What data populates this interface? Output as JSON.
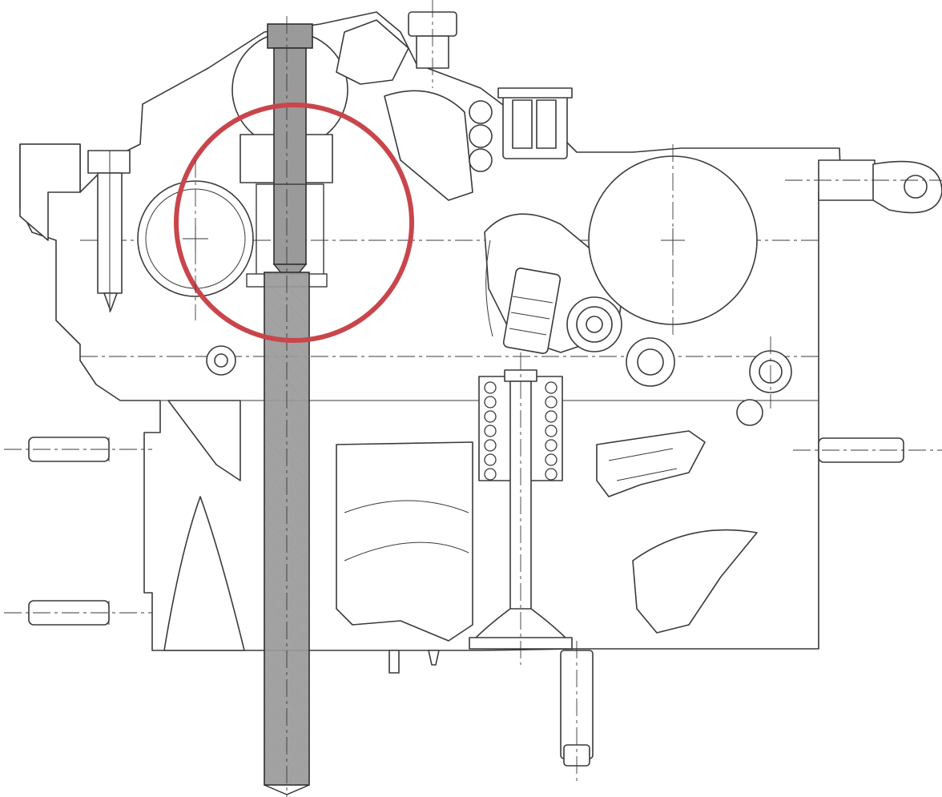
{
  "diagram": {
    "colors": {
      "ink": "#3a3a3a",
      "hatch": "#8a8a8a",
      "bolt_fill": "#9a9a9a",
      "bolt_stroke": "#2f2f2f",
      "highlight_circle": "#c9454c",
      "paper": "#ffffff"
    },
    "parts": [
      "cylinder-head",
      "head-bolt",
      "camshaft",
      "rocker-arm",
      "hydraulic-lash-adjuster",
      "valve-spring",
      "valve",
      "roller",
      "studs",
      "sensor-connector",
      "lifting-eye"
    ],
    "highlight": {
      "shape": "circle",
      "target": "head-bolt-seat"
    }
  }
}
